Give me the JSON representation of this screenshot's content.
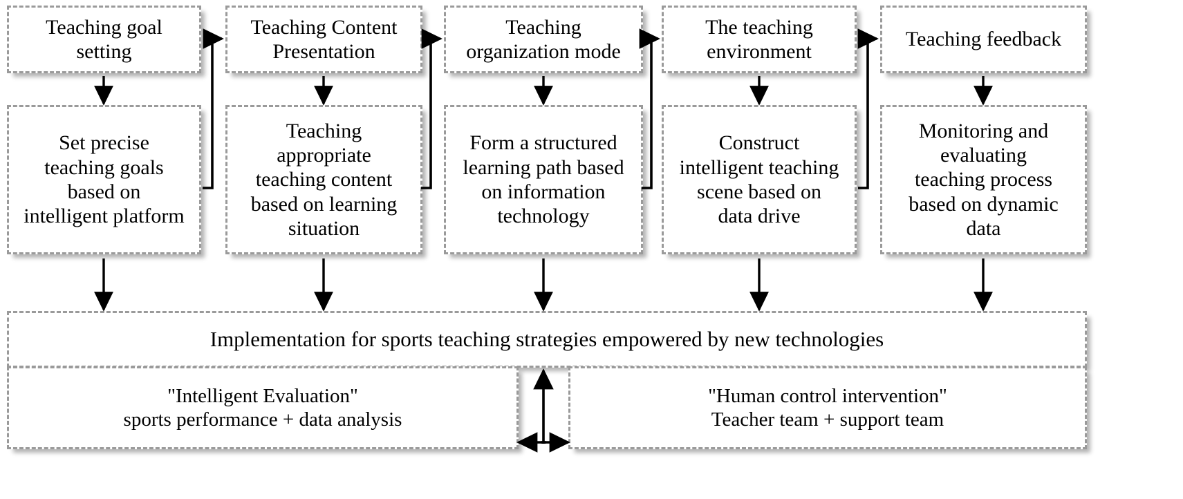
{
  "diagram": {
    "title_text": "Implementation for sports teaching strategies  empowered by new technologies",
    "colors": {
      "box_border": "#9a9a9a",
      "box_fill": "#ffffff",
      "arrow": "#000000",
      "text": "#000000",
      "shadow": "rgba(0,0,0,0.30)"
    },
    "columns": [
      {
        "id": "goal-setting",
        "top_label": "Teaching goal\nsetting",
        "detail_label": "Set precise\nteaching goals\nbased on\nintelligent platform"
      },
      {
        "id": "content-presentation",
        "top_label": "Teaching Content\nPresentation",
        "detail_label": "Teaching\nappropriate\nteaching content\nbased on learning\nsituation"
      },
      {
        "id": "organization-mode",
        "top_label": "Teaching\norganization mode",
        "detail_label": "Form a structured\nlearning path based\non information\ntechnology"
      },
      {
        "id": "teaching-environment",
        "top_label": "The teaching\nenvironment",
        "detail_label": "Construct\nintelligent teaching\nscene based on\ndata drive"
      },
      {
        "id": "teaching-feedback",
        "top_label": "Teaching feedback",
        "detail_label": "Monitoring and\nevaluating\nteaching process\nbased on dynamic\ndata"
      }
    ],
    "banner": {
      "label": "Implementation for sports teaching strategies  empowered by new technologies"
    },
    "bottom": [
      {
        "id": "intelligent-evaluation",
        "label": "\"Intelligent Evaluation\"\nsports performance + data analysis"
      },
      {
        "id": "human-control-intervention",
        "label": "\"Human control intervention\"\nTeacher team + support team"
      }
    ],
    "connectors": {
      "down_arrow_icon": "arrow-down-icon",
      "elbow_arrow_icon": "elbow-arrow-right-icon",
      "up_arrow_icon": "arrow-up-icon",
      "bidirectional_arrow_icon": "arrow-left-right-icon"
    }
  }
}
